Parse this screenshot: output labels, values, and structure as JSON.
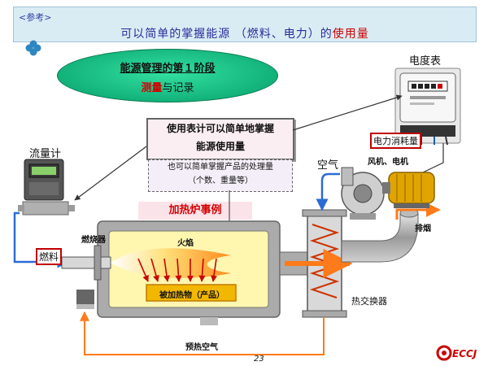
{
  "header": {
    "ref_label": "<参考>",
    "title_main": "可以简单的掌握能源 （燃料、电力）的",
    "title_highlight": "使用量"
  },
  "oval": {
    "line1": "能源管理的第１阶段",
    "line2_red": "测量",
    "line2_rest": "与记录"
  },
  "center_box": {
    "line1": "使用表计可以简单地掌握",
    "line2": "能源使用量"
  },
  "dashed_box": {
    "line1": "也可以简单掌握产品的处理量",
    "line2": "（个数、重量等）"
  },
  "labels": {
    "electric_meter": "电度表",
    "flow_meter": "流量计",
    "power_consumption": "电力消耗量",
    "air": "空气",
    "fan_motor": "风机、电机",
    "furnace_case": "加热炉事例",
    "burner": "燃烧器",
    "flame": "火焰",
    "fuel": "燃料",
    "heated_object": "被加热物（产品）",
    "exhaust": "排烟",
    "heat_exchanger": "热交换器",
    "preheated_air": "预热空气",
    "page_number": "23",
    "logo_text": "ECCJ"
  },
  "colors": {
    "header_bg": "#d9ecf4",
    "title_text": "#2a2a9a",
    "highlight": "#cc0000",
    "oval_green": "#12b27a",
    "furnace_fill": "#fff6b0",
    "furnace_wall": "#9a9a9a",
    "product_fill": "#f2b700",
    "arrow_orange": "#ff7a1a",
    "arrow_blue": "#2a6cd6",
    "heat_arrow_red": "#cc0000"
  }
}
